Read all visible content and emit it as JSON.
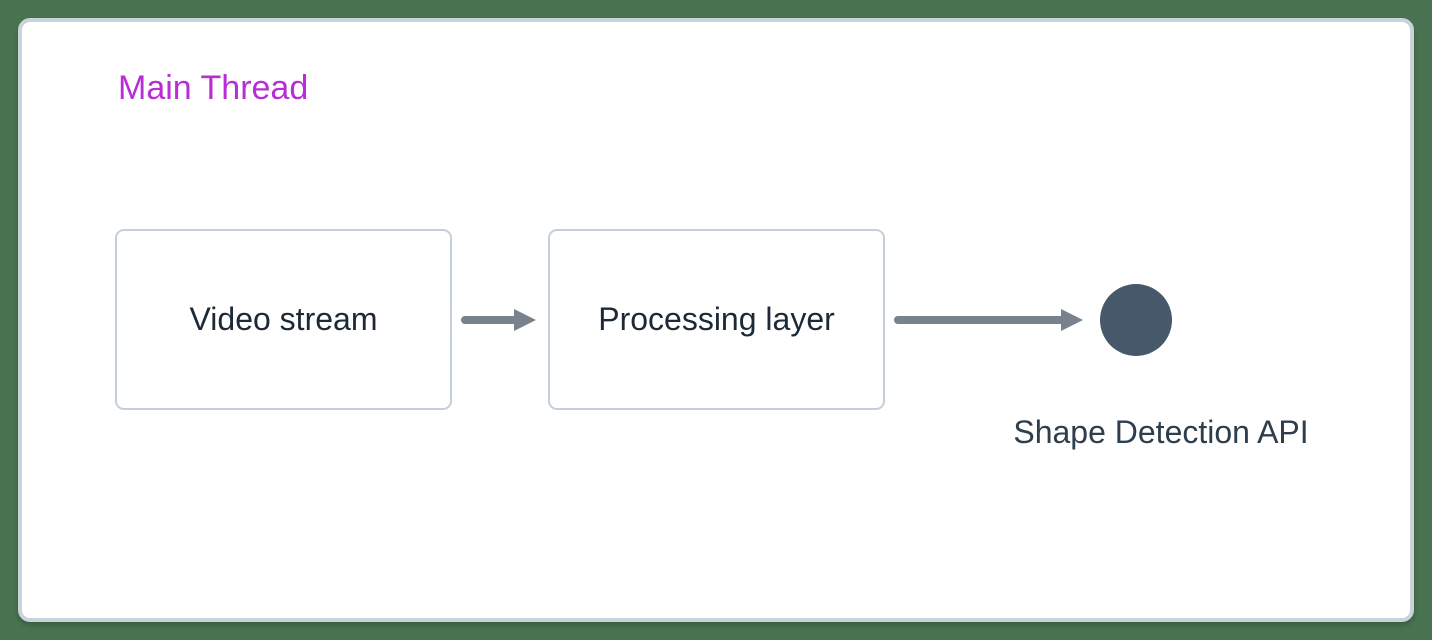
{
  "diagram": {
    "title": "Main Thread",
    "nodes": [
      {
        "id": "video-stream",
        "label": "Video stream",
        "shape": "box"
      },
      {
        "id": "processing-layer",
        "label": "Processing layer",
        "shape": "box"
      },
      {
        "id": "shape-detection-api",
        "label": "Shape Detection API",
        "shape": "circle"
      }
    ],
    "edges": [
      {
        "from": "video-stream",
        "to": "processing-layer"
      },
      {
        "from": "processing-layer",
        "to": "shape-detection-api"
      }
    ]
  },
  "colors": {
    "background": "#487250",
    "panel_background": "#ffffff",
    "panel_border": "#c9d3db",
    "box_border": "#c5cfd9",
    "box_text": "#1d2936",
    "title_text": "#b82dd6",
    "arrow": "#78828c",
    "circle_fill": "#465869",
    "caption_text": "#2e3e4d"
  }
}
